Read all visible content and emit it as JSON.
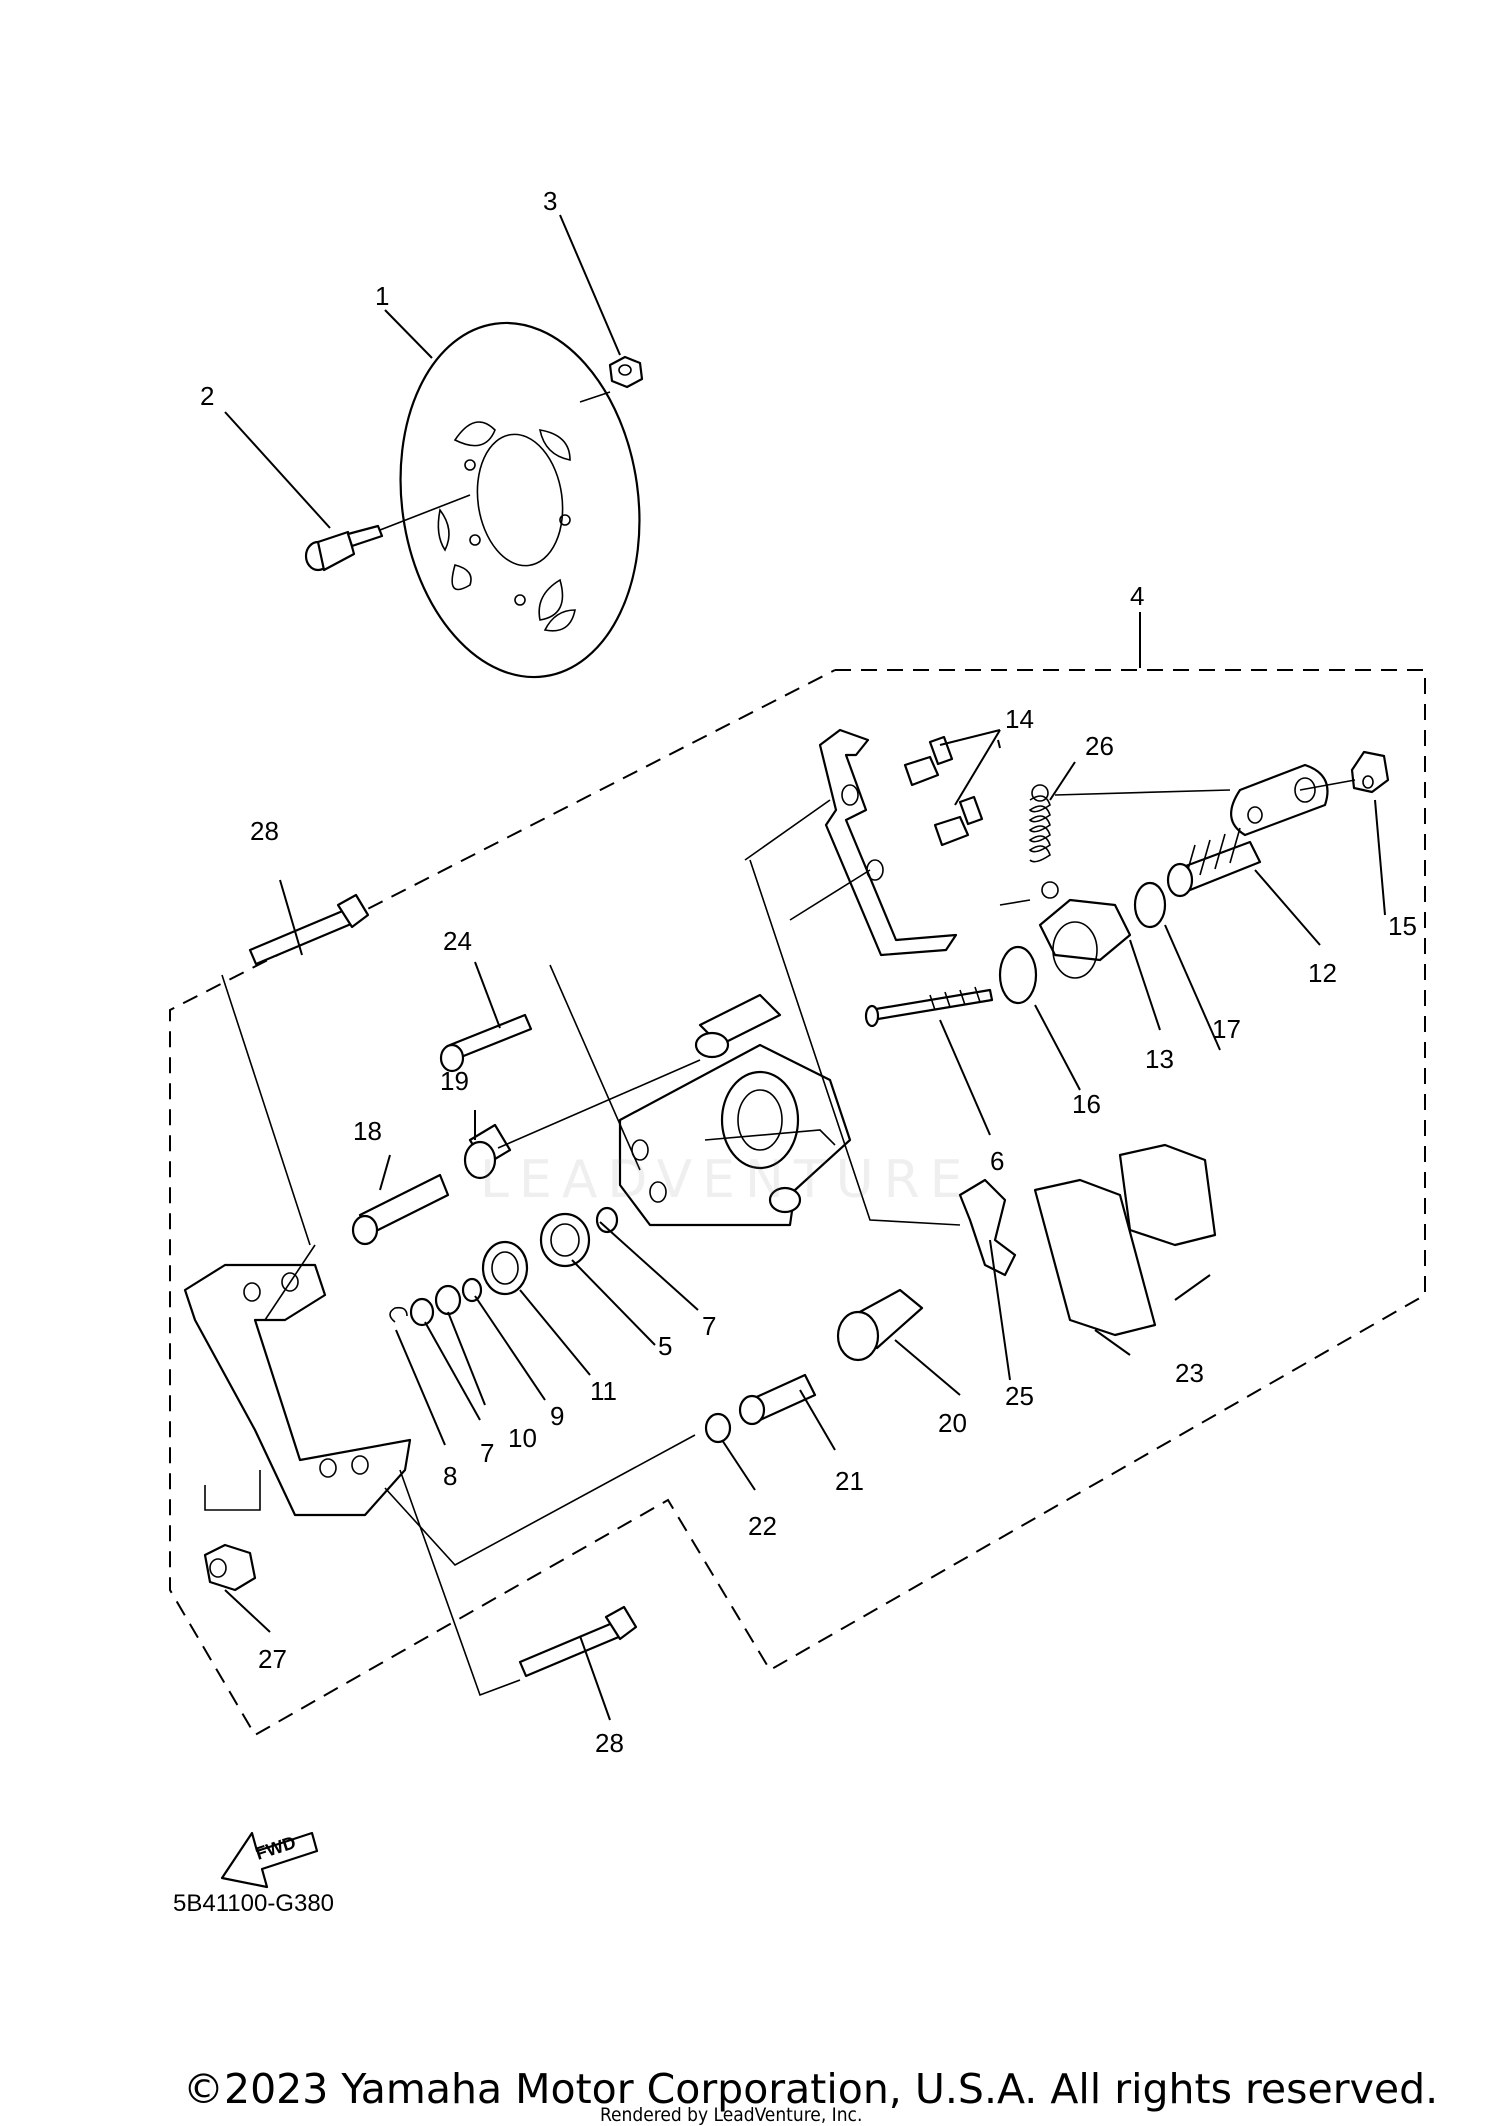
{
  "diagram": {
    "callouts": [
      "1",
      "2",
      "3",
      "4",
      "5",
      "6",
      "7",
      "7",
      "8",
      "9",
      "10",
      "11",
      "12",
      "13",
      "14",
      "15",
      "16",
      "17",
      "18",
      "19",
      "20",
      "21",
      "22",
      "23",
      "24",
      "25",
      "26",
      "27",
      "28",
      "28"
    ],
    "fwd_label": "FWD",
    "drawing_code": "5B41100-G380",
    "watermark": "LEADVENTURE",
    "copyright": "©2023 Yamaha Motor Corporation, U.S.A. All rights reserved.",
    "rendered_by": "Rendered by LeadVenture, Inc."
  }
}
